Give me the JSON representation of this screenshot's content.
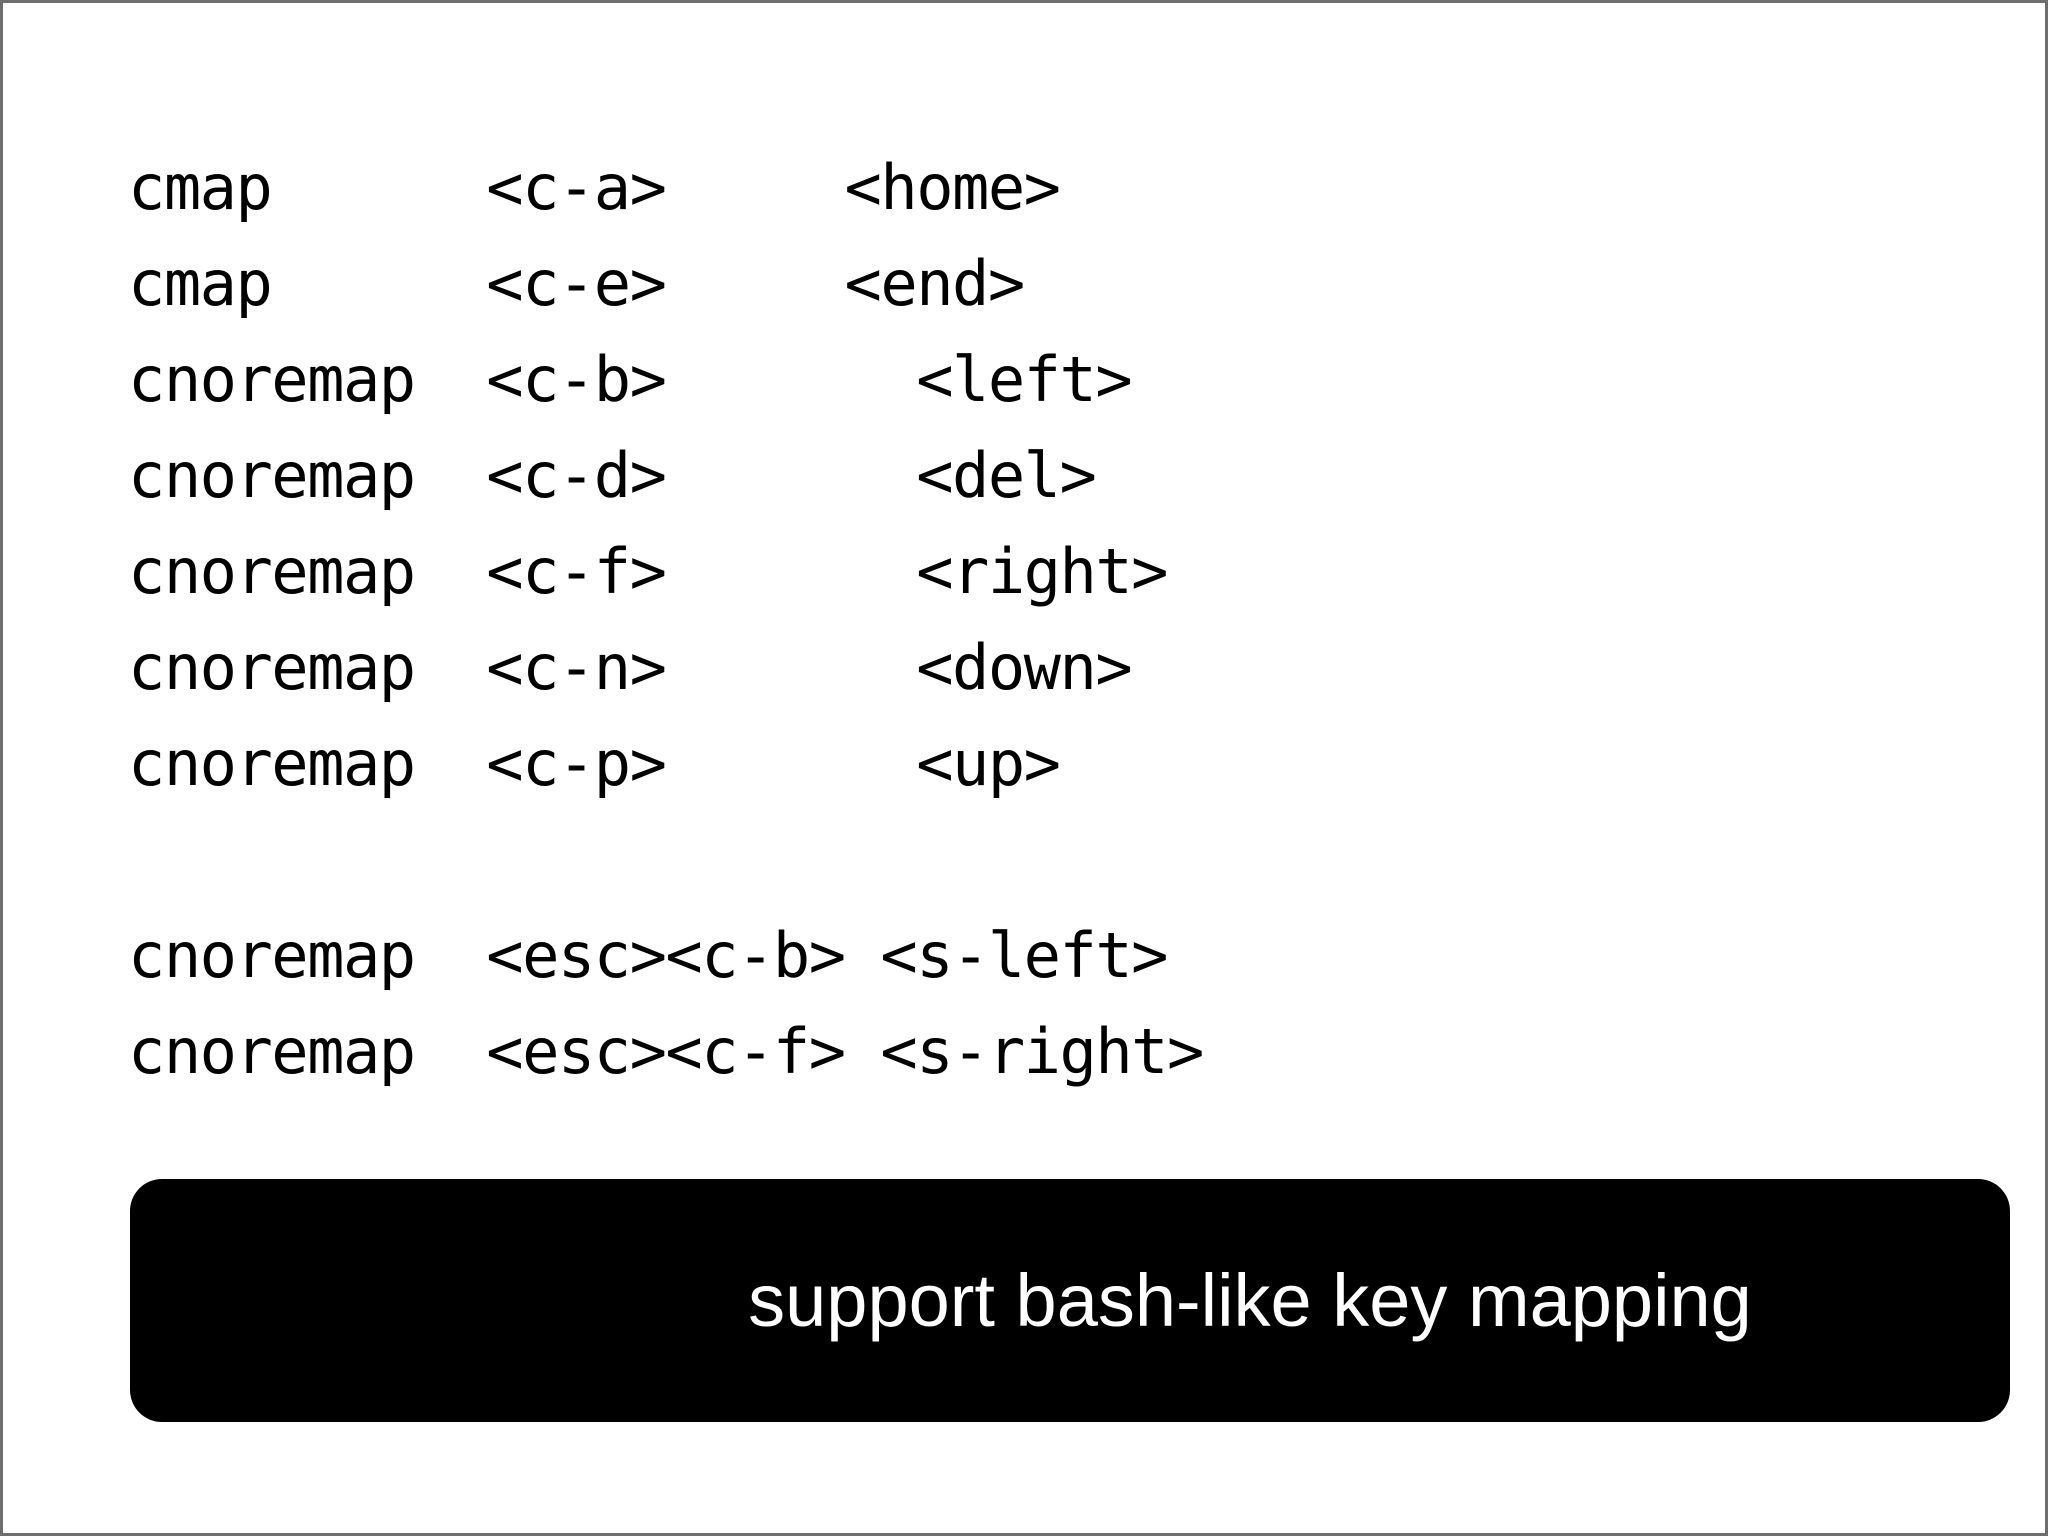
{
  "slide": {
    "background_color": "#ffffff",
    "border_color": "#6e6e6e",
    "text_color": "#000000"
  },
  "code_block": {
    "lines": [
      {
        "text": "cmap      <c-a>     <home>"
      },
      {
        "text": "cmap      <c-e>     <end>"
      },
      {
        "text": "cnoremap  <c-b>       <left>"
      },
      {
        "text": "cnoremap  <c-d>       <del>"
      },
      {
        "text": "cnoremap  <c-f>       <right>"
      },
      {
        "text": "cnoremap  <c-n>       <down>"
      },
      {
        "text": "cnoremap  <c-p>       <up>"
      },
      {
        "text": ""
      },
      {
        "text": "cnoremap  <esc><c-b> <s-left>"
      },
      {
        "text": "cnoremap  <esc><c-f> <s-right>"
      }
    ],
    "mappings": [
      {
        "command": "cmap",
        "lhs": "<c-a>",
        "rhs": "<home>"
      },
      {
        "command": "cmap",
        "lhs": "<c-e>",
        "rhs": "<end>"
      },
      {
        "command": "cnoremap",
        "lhs": "<c-b>",
        "rhs": "<left>"
      },
      {
        "command": "cnoremap",
        "lhs": "<c-d>",
        "rhs": "<del>"
      },
      {
        "command": "cnoremap",
        "lhs": "<c-f>",
        "rhs": "<right>"
      },
      {
        "command": "cnoremap",
        "lhs": "<c-n>",
        "rhs": "<down>"
      },
      {
        "command": "cnoremap",
        "lhs": "<c-p>",
        "rhs": "<up>"
      },
      {
        "command": "cnoremap",
        "lhs": "<esc><c-b>",
        "rhs": "<s-left>"
      },
      {
        "command": "cnoremap",
        "lhs": "<esc><c-f>",
        "rhs": "<s-right>"
      }
    ]
  },
  "banner": {
    "caption": "support bash-like key mapping",
    "background_color": "#000000",
    "text_color": "#ffffff"
  }
}
